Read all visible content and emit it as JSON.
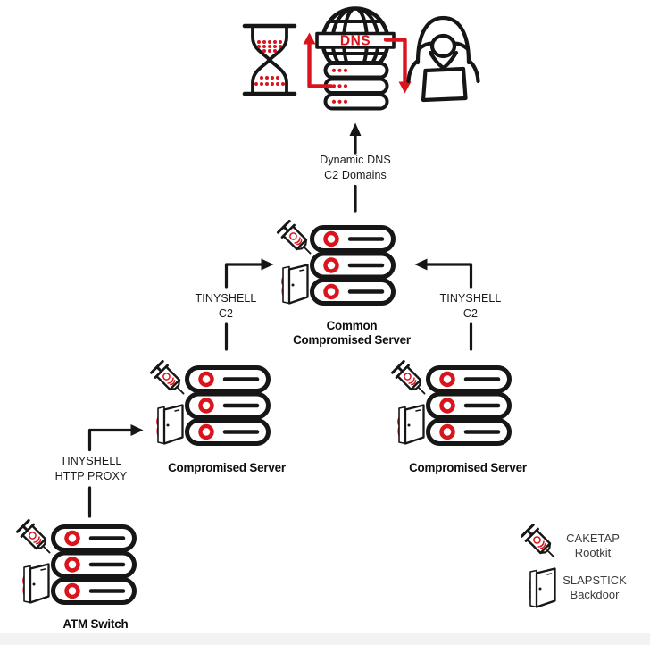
{
  "colors": {
    "red": "#da141d",
    "ink": "#161616",
    "label": "#1a1a1a",
    "legend_text": "#3c3c3c"
  },
  "dns_cluster": {
    "dns_label": "DNS"
  },
  "flows": {
    "dynamic_dns": {
      "line1": "Dynamic DNS",
      "line2": "C2 Domains"
    },
    "left_tinyshell": {
      "line1": "TINYSHELL",
      "line2": "C2"
    },
    "right_tinyshell": {
      "line1": "TINYSHELL",
      "line2": "C2"
    },
    "atm_tinyshell": {
      "line1": "TINYSHELL",
      "line2": "HTTP PROXY"
    }
  },
  "nodes": {
    "common_server": {
      "line1": "Common",
      "line2": "Compromised Server"
    },
    "left_server": {
      "label": "Compromised Server"
    },
    "right_server": {
      "label": "Compromised Server"
    },
    "atm_switch": {
      "label": "ATM Switch"
    }
  },
  "legend": {
    "caketap": {
      "name": "CAKETAP",
      "type": "Rootkit"
    },
    "slapstick": {
      "name": "SLAPSTICK",
      "type": "Backdoor"
    }
  }
}
